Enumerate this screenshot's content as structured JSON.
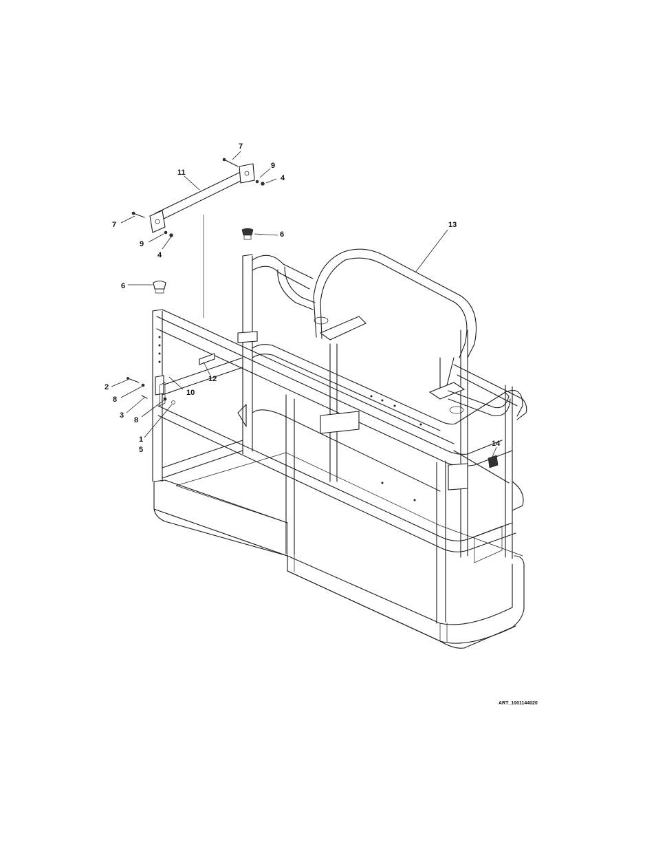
{
  "diagram": {
    "callouts": [
      {
        "id": "c7a",
        "text": "7"
      },
      {
        "id": "c9a",
        "text": "9"
      },
      {
        "id": "c4a",
        "text": "4"
      },
      {
        "id": "c11",
        "text": "11"
      },
      {
        "id": "c7b",
        "text": "7"
      },
      {
        "id": "c9b",
        "text": "9"
      },
      {
        "id": "c4b",
        "text": "4"
      },
      {
        "id": "c6a",
        "text": "6"
      },
      {
        "id": "c13",
        "text": "13"
      },
      {
        "id": "c6b",
        "text": "6"
      },
      {
        "id": "c12",
        "text": "12"
      },
      {
        "id": "c2",
        "text": "2"
      },
      {
        "id": "c8a",
        "text": "8"
      },
      {
        "id": "c10",
        "text": "10"
      },
      {
        "id": "c3",
        "text": "3"
      },
      {
        "id": "c8b",
        "text": "8"
      },
      {
        "id": "c1",
        "text": "1"
      },
      {
        "id": "c5",
        "text": "5"
      },
      {
        "id": "c14",
        "text": "14"
      }
    ],
    "art_id": "ART_1001144020"
  }
}
